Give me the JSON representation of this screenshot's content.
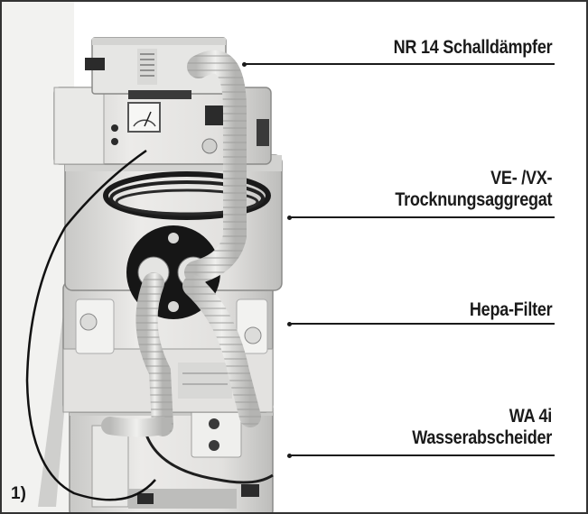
{
  "figure_number": "1)",
  "callouts": [
    {
      "lines": [
        "NR 14 Schalldämpfer"
      ]
    },
    {
      "lines": [
        "VE- /VX-",
        "Trocknungsaggregat"
      ]
    },
    {
      "lines": [
        "Hepa-Filter"
      ]
    },
    {
      "lines": [
        "WA 4i",
        "Wasserabscheider"
      ]
    }
  ],
  "colors": {
    "frame": "#333333",
    "text": "#1a1a1a",
    "housing": "#dcdcda",
    "hose": "#d4d4d2",
    "dark": "#2b2b2b"
  }
}
